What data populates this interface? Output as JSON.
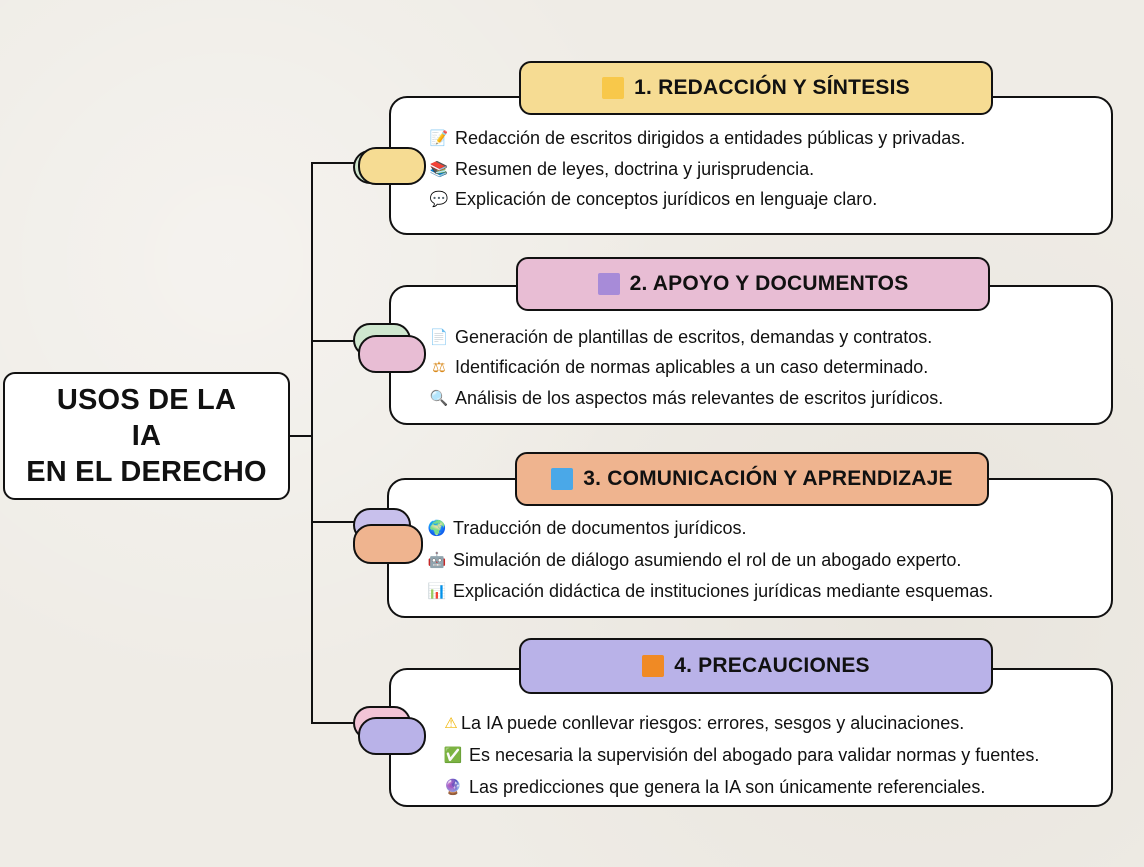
{
  "main": {
    "title_lines": [
      "USOS DE LA",
      "IA",
      "EN EL DERECHO"
    ]
  },
  "sections": [
    {
      "header": "1. REDACCIÓN Y SÍNTESIS",
      "header_color": "#f6dc93",
      "square_color": "#f8c84a",
      "items": [
        {
          "icon": "memo-icon",
          "glyph": "📝",
          "text": "Redacción de escritos dirigidos a entidades públicas y privadas."
        },
        {
          "icon": "books-icon",
          "glyph": "📚",
          "text": "Resumen de leyes, doctrina y jurisprudencia."
        },
        {
          "icon": "speech-bubble-icon",
          "glyph": "💬",
          "text": "Explicación de conceptos jurídicos en lenguaje claro."
        }
      ]
    },
    {
      "header": "2. APOYO Y DOCUMENTOS",
      "header_color": "#e8bdd4",
      "square_color": "#a78bd8",
      "items": [
        {
          "icon": "document-icon",
          "glyph": "📄",
          "text": "Generación de plantillas de escritos, demandas y contratos."
        },
        {
          "icon": "balance-scale-icon",
          "glyph": "⚖",
          "text": "Identificación de normas aplicables a un caso determinado."
        },
        {
          "icon": "magnifier-icon",
          "glyph": "🔍",
          "text": "Análisis de los aspectos más relevantes de escritos jurídicos."
        }
      ]
    },
    {
      "header": "3. COMUNICACIÓN Y APRENDIZAJE",
      "header_color": "#efb48f",
      "square_color": "#4aa8e8",
      "items": [
        {
          "icon": "globe-icon",
          "glyph": "🌍",
          "text": "Traducción de documentos jurídicos."
        },
        {
          "icon": "robot-icon",
          "glyph": "🤖",
          "text": "Simulación de diálogo asumiendo el rol de un abogado experto."
        },
        {
          "icon": "bar-chart-icon",
          "glyph": "📊",
          "text": "Explicación didáctica de instituciones jurídicas mediante esquemas."
        }
      ]
    },
    {
      "header": "4. PRECAUCIONES",
      "header_color": "#b9b2e8",
      "square_color": "#f08a24",
      "items": [
        {
          "icon": "warning-icon",
          "glyph": "⚠",
          "text": "La IA puede conllevar riesgos: errores, sesgos y alucinaciones."
        },
        {
          "icon": "check-mark-icon",
          "glyph": "✅",
          "text": "Es necesaria la supervisión del abogado para validar normas y fuentes."
        },
        {
          "icon": "crystal-ball-icon",
          "glyph": "🔮",
          "text": "Las predicciones que genera la IA son únicamente referenciales."
        }
      ]
    }
  ],
  "connector_colors": {
    "pill_back": [
      "#cfe7cf",
      "#cfe7cf",
      "#c8c0ec",
      "#f2c4d6"
    ],
    "pill_front": [
      "#f6dc93",
      "#e8bdd4",
      "#efb48f",
      "#b9b2e8"
    ]
  }
}
